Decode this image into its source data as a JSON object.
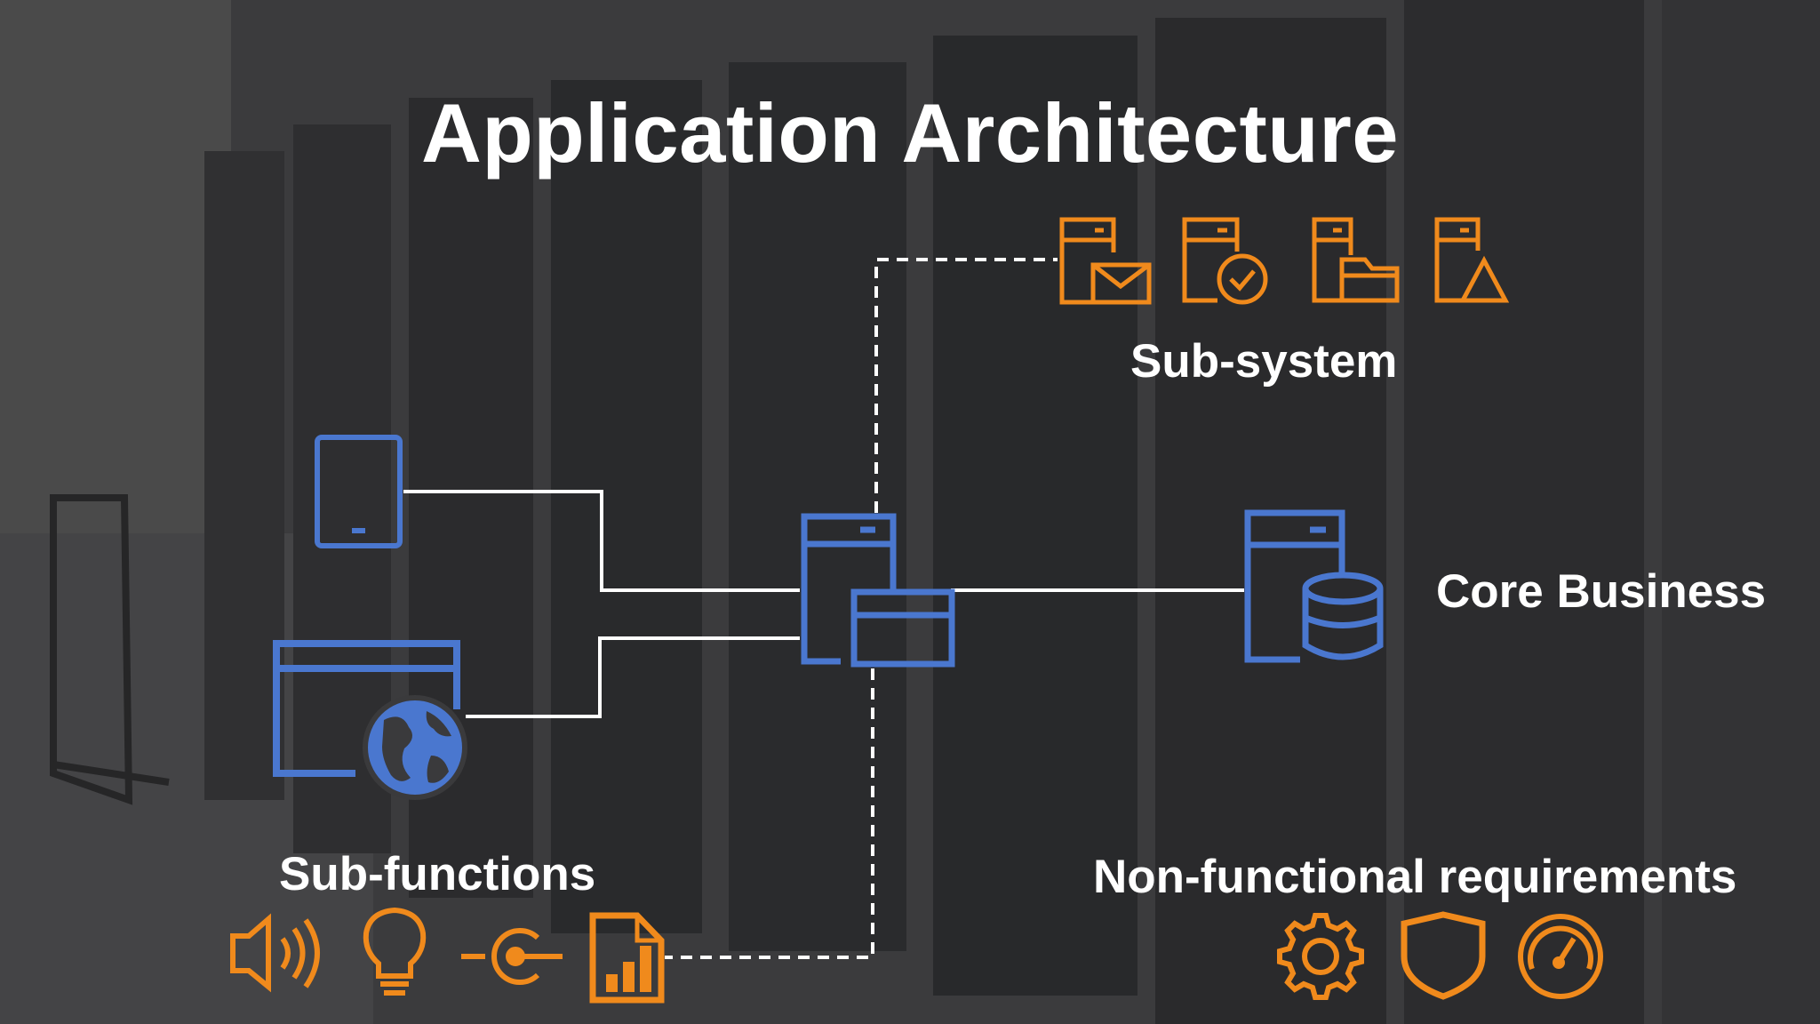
{
  "slide": {
    "title": "Application Architecture"
  },
  "labels": {
    "sub_system": "Sub-system",
    "core_business": "Core Business",
    "sub_functions": "Sub-functions",
    "non_functional": "Non-functional requirements"
  },
  "colors": {
    "blue": "#4a77cf",
    "orange": "#f08a1c",
    "line": "#ffffff",
    "text": "#ffffff",
    "background": "#3a3a3c"
  },
  "icons": {
    "sub_system": [
      "server-mail-icon",
      "server-check-icon",
      "server-folder-icon",
      "server-alert-icon"
    ],
    "core": [
      "app-server-icon",
      "database-server-icon"
    ],
    "clients": [
      "tablet-icon",
      "web-browser-icon"
    ],
    "sub_functions": [
      "speaker-icon",
      "lightbulb-icon",
      "connector-icon",
      "report-icon"
    ],
    "non_functional": [
      "gear-icon",
      "shield-icon",
      "gauge-icon"
    ]
  }
}
